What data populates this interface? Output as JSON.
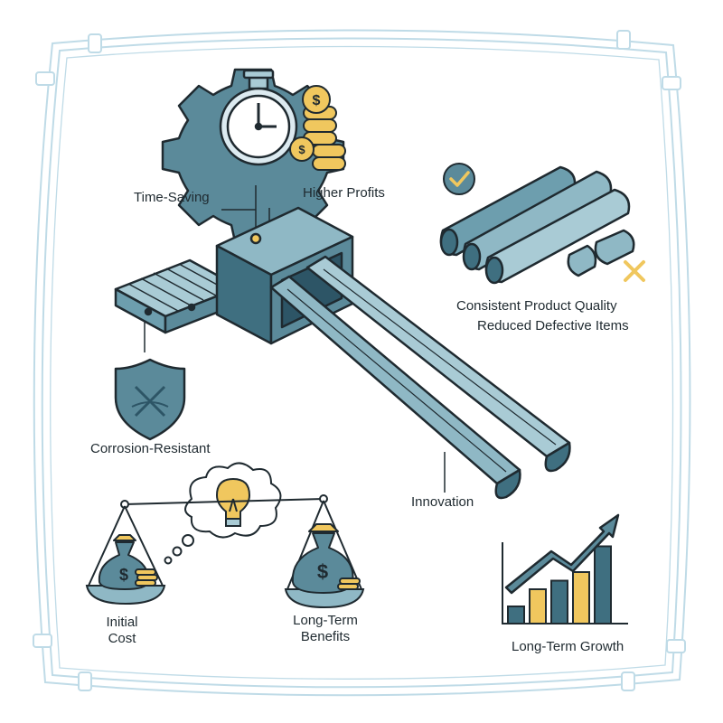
{
  "labels": {
    "time_saving": "Time-Saving",
    "higher_profits": "Higher Profits",
    "consistent_quality": "Consistent Product Quality",
    "reduced_defects": "Reduced Defective Items",
    "corrosion_resistant": "Corrosion-Resistant",
    "innovation": "Innovation",
    "initial_cost_line1": "Initial",
    "initial_cost_line2": "Cost",
    "long_term_benefits_line1": "Long-Term",
    "long_term_benefits_line2": "Benefits",
    "long_term_growth": "Long-Term Growth",
    "currency_symbol": "$"
  },
  "growth_chart": {
    "values": [
      1,
      2,
      2.5,
      3,
      4.5
    ]
  },
  "icons": {
    "gear": "gear-icon",
    "stopwatch": "stopwatch-icon",
    "coins": "coin-stack-icon",
    "conveyor": "conveyor-machine-icon",
    "pipes": "pipe-segments-icon",
    "check": "checkmark-icon",
    "cross": "cross-mark-icon",
    "shield": "shield-icon",
    "lightbulb": "lightbulb-icon",
    "scale": "balance-scale-icon",
    "money_bag": "money-bag-icon",
    "arrow": "growth-arrow-icon"
  },
  "colors": {
    "teal_dark": "#3f6f80",
    "teal": "#6d9eae",
    "teal_light": "#a9cbd5",
    "gold": "#f0c75e",
    "outline": "#1f2a30",
    "frame": "#bfdbe7"
  }
}
